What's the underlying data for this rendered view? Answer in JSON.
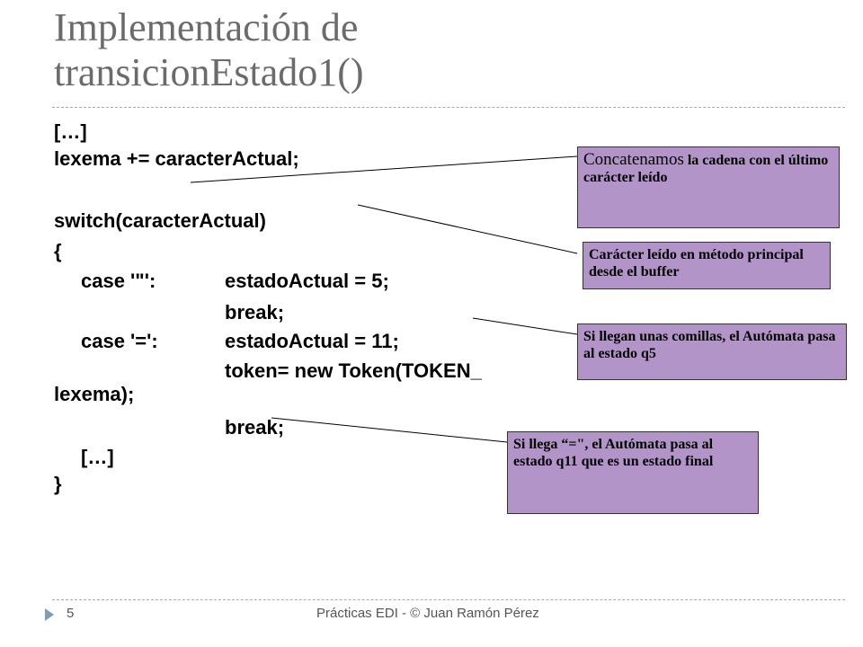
{
  "slide": {
    "title_line1": "Implementación de",
    "title_line2": "transicionEstado1()",
    "code": [
      "[…]",
      "lexema += caracterActual;",
      "switch(caracterActual)",
      "{",
      "case '\"':",
      "estadoActual = 5;",
      "break;",
      "case '=':",
      "estadoActual = 11;",
      "token= new Token(TOKEN_",
      "lexema);",
      "break;",
      "[…]",
      "}"
    ],
    "callouts": {
      "c1_big": "Concatenamos",
      "c1_rest": " la cadena con el último carácter leído",
      "c2": "Carácter leído en método principal desde el buffer",
      "c3": "Si llegan unas comillas, el Autómata pasa al estado q5",
      "c4": "Si llega “=\", el Autómata pasa al estado q11 que es un estado final"
    },
    "footer": {
      "page_number": "5",
      "credit": "Prácticas EDI - © Juan Ramón Pérez"
    },
    "colors": {
      "title": "#6b6b6b",
      "callout_bg": "#b294c8",
      "accent": "#7f9db5"
    }
  }
}
